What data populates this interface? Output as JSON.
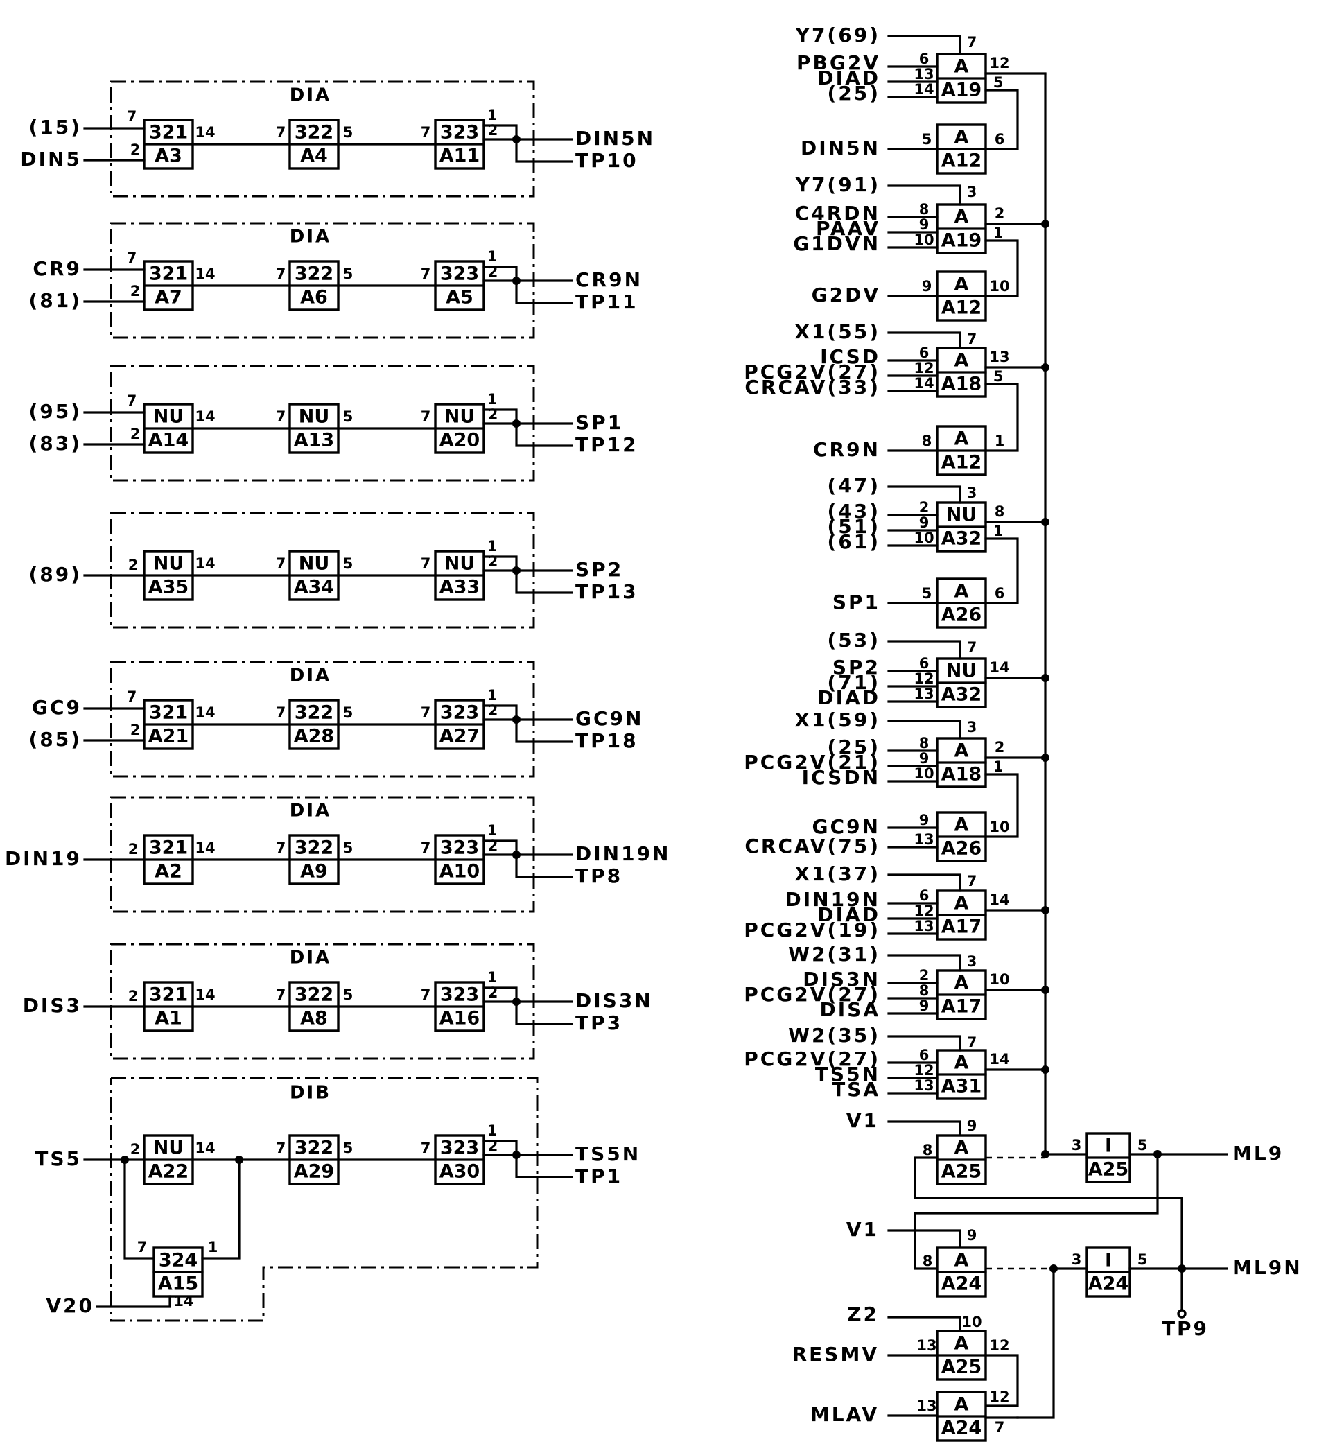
{
  "modules": [
    {
      "title": "DIA",
      "inputs": [
        {
          "label": "(15)",
          "pin": "7"
        },
        {
          "label": "DIN5",
          "pin": "2"
        }
      ],
      "g1": {
        "type": "321",
        "ref": "A3"
      },
      "g1_out": "14",
      "g2": {
        "type": "322",
        "ref": "A4"
      },
      "g2_in": "7",
      "g2_out": "5",
      "g3": {
        "type": "323",
        "ref": "A11"
      },
      "g3_in": "7",
      "g3_top": "1",
      "g3_out": "2",
      "out": "DIN5N",
      "tp": "TP10"
    },
    {
      "title": "DIA",
      "inputs": [
        {
          "label": "CR9",
          "pin": "7"
        },
        {
          "label": "(81)",
          "pin": "2"
        }
      ],
      "g1": {
        "type": "321",
        "ref": "A7"
      },
      "g1_out": "14",
      "g2": {
        "type": "322",
        "ref": "A6"
      },
      "g2_in": "7",
      "g2_out": "5",
      "g3": {
        "type": "323",
        "ref": "A5"
      },
      "g3_in": "7",
      "g3_top": "1",
      "g3_out": "2",
      "out": "CR9N",
      "tp": "TP11"
    },
    {
      "title": "",
      "inputs": [
        {
          "label": "(95)",
          "pin": "7"
        },
        {
          "label": "(83)",
          "pin": "2"
        }
      ],
      "g1": {
        "type": "NU",
        "ref": "A14"
      },
      "g1_out": "14",
      "g2": {
        "type": "NU",
        "ref": "A13"
      },
      "g2_in": "7",
      "g2_out": "5",
      "g3": {
        "type": "NU",
        "ref": "A20"
      },
      "g3_in": "7",
      "g3_top": "1",
      "g3_out": "2",
      "out": "SP1",
      "tp": "TP12"
    },
    {
      "title": "",
      "inputs": [
        {
          "label": "(89)",
          "pin": "2"
        }
      ],
      "g1": {
        "type": "NU",
        "ref": "A35"
      },
      "g1_out": "14",
      "g2": {
        "type": "NU",
        "ref": "A34"
      },
      "g2_in": "7",
      "g2_out": "5",
      "g3": {
        "type": "NU",
        "ref": "A33"
      },
      "g3_in": "7",
      "g3_top": "1",
      "g3_out": "2",
      "out": "SP2",
      "tp": "TP13"
    },
    {
      "title": "DIA",
      "inputs": [
        {
          "label": "GC9",
          "pin": "7"
        },
        {
          "label": "(85)",
          "pin": "2"
        }
      ],
      "g1": {
        "type": "321",
        "ref": "A21"
      },
      "g1_out": "14",
      "g2": {
        "type": "322",
        "ref": "A28"
      },
      "g2_in": "7",
      "g2_out": "5",
      "g3": {
        "type": "323",
        "ref": "A27"
      },
      "g3_in": "7",
      "g3_top": "1",
      "g3_out": "2",
      "out": "GC9N",
      "tp": "TP18"
    },
    {
      "title": "DIA",
      "inputs": [
        {
          "label": "DIN19",
          "pin": "2"
        }
      ],
      "g1": {
        "type": "321",
        "ref": "A2"
      },
      "g1_out": "14",
      "g2": {
        "type": "322",
        "ref": "A9"
      },
      "g2_in": "7",
      "g2_out": "5",
      "g3": {
        "type": "323",
        "ref": "A10"
      },
      "g3_in": "7",
      "g3_top": "1",
      "g3_out": "2",
      "out": "DIN19N",
      "tp": "TP8"
    },
    {
      "title": "DIA",
      "inputs": [
        {
          "label": "DIS3",
          "pin": "2"
        }
      ],
      "g1": {
        "type": "321",
        "ref": "A1"
      },
      "g1_out": "14",
      "g2": {
        "type": "322",
        "ref": "A8"
      },
      "g2_in": "7",
      "g2_out": "5",
      "g3": {
        "type": "323",
        "ref": "A16"
      },
      "g3_in": "7",
      "g3_top": "1",
      "g3_out": "2",
      "out": "DIS3N",
      "tp": "TP3"
    }
  ],
  "dib": {
    "title": "DIB",
    "input": "TS5",
    "g1": {
      "type": "NU",
      "ref": "A22"
    },
    "g1_in": "2",
    "g1_out": "14",
    "g2": {
      "type": "322",
      "ref": "A29"
    },
    "g2_in": "7",
    "g2_out": "5",
    "g3": {
      "type": "323",
      "ref": "A30"
    },
    "g3_in": "7",
    "g3_top": "1",
    "g3_out": "2",
    "g4": {
      "type": "324",
      "ref": "A15"
    },
    "g4_in": "7",
    "g4_out": "1",
    "g4_bot": "14",
    "v20": "V20",
    "out": "TS5N",
    "tp": "TP1"
  },
  "and_groups": [
    {
      "gate": {
        "type": "A",
        "ref": "A19"
      },
      "inputs": [
        {
          "label": "Y7(69)",
          "pin": "7"
        },
        {
          "label": "PBG2V",
          "pin": "6"
        },
        {
          "label": "DIAD",
          "pin": "13"
        },
        {
          "label": "(25)",
          "pin": "14"
        }
      ],
      "out_pin": "12",
      "second_pin": "5",
      "aux": {
        "label": "DIN5N",
        "gate": {
          "type": "A",
          "ref": "A12"
        },
        "in_pin": "5",
        "out_pin": "6"
      }
    },
    {
      "gate": {
        "type": "A",
        "ref": "A19"
      },
      "inputs": [
        {
          "label": "Y7(91)",
          "pin": "3"
        },
        {
          "label": "C4RDN",
          "pin": "8"
        },
        {
          "label": "PAAV",
          "pin": "9"
        },
        {
          "label": "G1DVN",
          "pin": "10"
        }
      ],
      "out_pin": "2",
      "second_pin": "1",
      "aux": {
        "label": "G2DV",
        "gate": {
          "type": "A",
          "ref": "A12"
        },
        "in_pin": "9",
        "out_pin": "10"
      }
    },
    {
      "gate": {
        "type": "A",
        "ref": "A18"
      },
      "inputs": [
        {
          "label": "X1(55)",
          "pin": "7"
        },
        {
          "label": "ICSD",
          "pin": "6"
        },
        {
          "label": "PCG2V(27)",
          "pin": "12"
        },
        {
          "label": "CRCAV(33)",
          "pin": "14"
        }
      ],
      "out_pin": "13",
      "second_pin": "5",
      "aux": {
        "label": "CR9N",
        "gate": {
          "type": "A",
          "ref": "A12"
        },
        "in_pin": "8",
        "out_pin": "1"
      }
    },
    {
      "gate": {
        "type": "NU",
        "ref": "A32"
      },
      "inputs": [
        {
          "label": "(47)",
          "pin": "3"
        },
        {
          "label": "(43)",
          "pin": "2"
        },
        {
          "label": "(51)",
          "pin": "9"
        },
        {
          "label": "(61)",
          "pin": "10"
        }
      ],
      "out_pin": "8",
      "second_pin": "1",
      "aux": {
        "label": "SP1",
        "gate": {
          "type": "A",
          "ref": "A26"
        },
        "in_pin": "5",
        "out_pin": "6"
      }
    },
    {
      "gate": {
        "type": "NU",
        "ref": "A32"
      },
      "inputs": [
        {
          "label": "(53)",
          "pin": "7"
        },
        {
          "label": "SP2",
          "pin": "6"
        },
        {
          "label": "(71)",
          "pin": "12"
        },
        {
          "label": "DIAD",
          "pin": "13"
        }
      ],
      "out_pin": "14",
      "second_pin": "",
      "aux": null
    },
    {
      "gate": {
        "type": "A",
        "ref": "A18"
      },
      "inputs": [
        {
          "label": "X1(59)",
          "pin": "3"
        },
        {
          "label": "(25)",
          "pin": "8"
        },
        {
          "label": "PCG2V(21)",
          "pin": "9"
        },
        {
          "label": "ICSDN",
          "pin": "10"
        }
      ],
      "out_pin": "2",
      "second_pin": "1",
      "aux": {
        "label": "GC9N",
        "gate": {
          "type": "A",
          "ref": "A26"
        },
        "in_pin": "9",
        "out_pin": "10",
        "label2": "CRCAV(75)",
        "in_pin2": "13"
      }
    },
    {
      "gate": {
        "type": "A",
        "ref": "A17"
      },
      "inputs": [
        {
          "label": "X1(37)",
          "pin": "7"
        },
        {
          "label": "DIN19N",
          "pin": "6"
        },
        {
          "label": "DIAD",
          "pin": "12"
        },
        {
          "label": "PCG2V(19)",
          "pin": "13"
        }
      ],
      "out_pin": "14",
      "second_pin": "",
      "aux": null
    },
    {
      "gate": {
        "type": "A",
        "ref": "A17"
      },
      "inputs": [
        {
          "label": "W2(31)",
          "pin": "3"
        },
        {
          "label": "DIS3N",
          "pin": "2"
        },
        {
          "label": "PCG2V(27)",
          "pin": "8"
        },
        {
          "label": "DISA",
          "pin": "9"
        }
      ],
      "out_pin": "10",
      "second_pin": "",
      "aux": null
    },
    {
      "gate": {
        "type": "A",
        "ref": "A31"
      },
      "inputs": [
        {
          "label": "W2(35)",
          "pin": "7"
        },
        {
          "label": "PCG2V(27)",
          "pin": "6"
        },
        {
          "label": "TS5N",
          "pin": "12"
        },
        {
          "label": "TSA",
          "pin": "13"
        }
      ],
      "out_pin": "14",
      "second_pin": "",
      "aux": null
    }
  ],
  "latch": {
    "v1a": "V1",
    "a25": {
      "type": "A",
      "ref": "A25"
    },
    "a25_top": "9",
    "a25_left": "8",
    "i25": {
      "type": "I",
      "ref": "A25"
    },
    "i25_in": "3",
    "i25_out": "5",
    "ml9": "ML9",
    "v1b": "V1",
    "a24": {
      "type": "A",
      "ref": "A24"
    },
    "a24_top": "9",
    "a24_left": "8",
    "i24": {
      "type": "I",
      "ref": "A24"
    },
    "i24_in": "3",
    "i24_out": "5",
    "ml9n": "ML9N",
    "tp9": "TP9",
    "z2": "Z2",
    "resmv": "RESMV",
    "a25b": {
      "type": "A",
      "ref": "A25"
    },
    "a25b_top": "10",
    "a25b_in": "13",
    "a25b_out": "12",
    "mlav": "MLAV",
    "a24b": {
      "type": "A",
      "ref": "A24"
    },
    "a24b_in": "13",
    "a24b_out1": "12",
    "a24b_out2": "7"
  }
}
